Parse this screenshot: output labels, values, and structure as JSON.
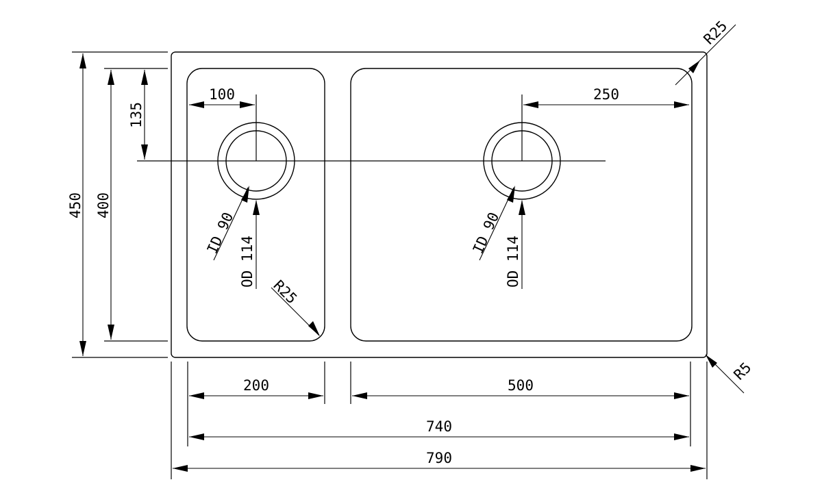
{
  "dimensions": {
    "overall_width": "790",
    "inner_width": "740",
    "small_bowl_width": "200",
    "large_bowl_width": "500",
    "overall_height": "450",
    "bowl_height": "400",
    "drain_offset_y": "135",
    "small_drain_offset_x": "100",
    "large_drain_offset_x": "250",
    "corner_radius_outer": "R25",
    "corner_radius_edge": "R5",
    "corner_radius_bowl": "R25",
    "drain_inner_diameter": "ID 90",
    "drain_outer_diameter": "OD 114"
  }
}
